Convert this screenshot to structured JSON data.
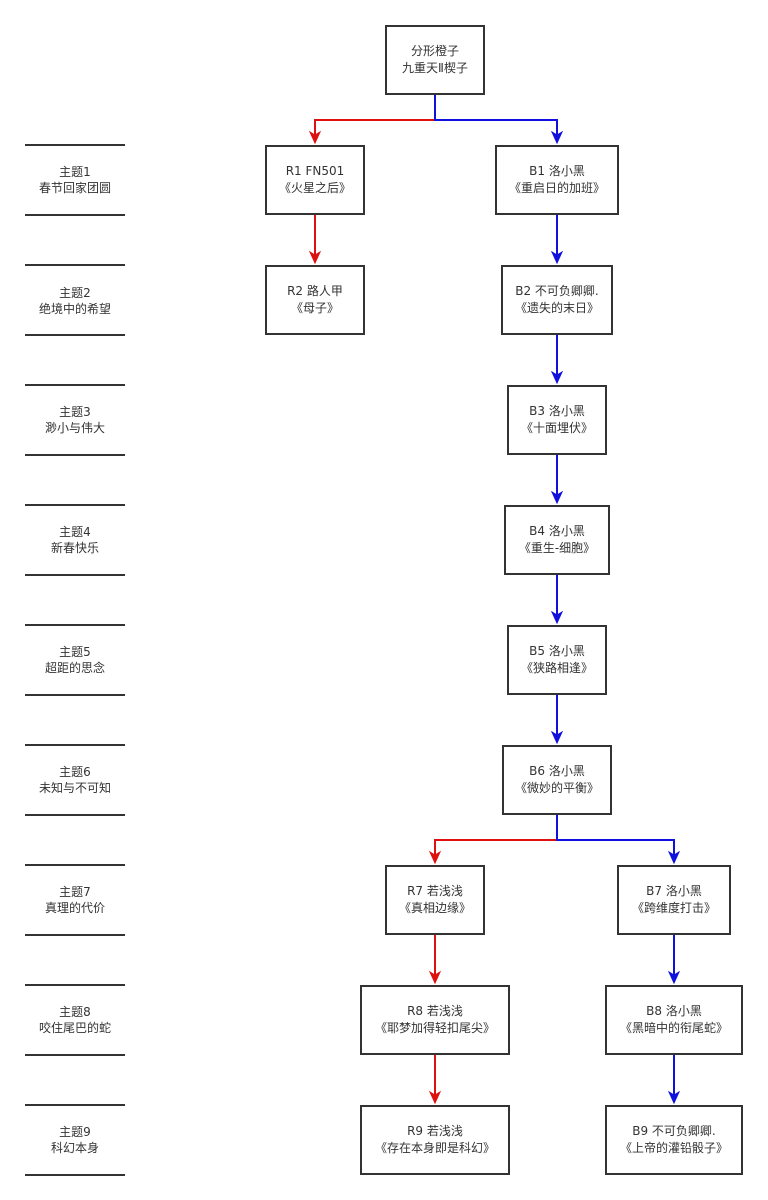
{
  "colors": {
    "red": "#dd1111",
    "blue": "#1111dd",
    "border": "#333333",
    "text": "#333333"
  },
  "root": {
    "line1": "分形橙子",
    "line2": "九重天Ⅱ楔子"
  },
  "themes": [
    {
      "name": "主题1",
      "title": "春节回家团圆"
    },
    {
      "name": "主题2",
      "title": "绝境中的希望"
    },
    {
      "name": "主题3",
      "title": "渺小与伟大"
    },
    {
      "name": "主题4",
      "title": "新春快乐"
    },
    {
      "name": "主题5",
      "title": "超距的思念"
    },
    {
      "name": "主题6",
      "title": "未知与不可知"
    },
    {
      "name": "主题7",
      "title": "真理的代价"
    },
    {
      "name": "主题8",
      "title": "咬住尾巴的蛇"
    },
    {
      "name": "主题9",
      "title": "科幻本身"
    }
  ],
  "nodes": {
    "r1": {
      "line1": "R1 FN501",
      "line2": "《火星之后》"
    },
    "r2": {
      "line1": "R2 路人甲",
      "line2": "《母子》"
    },
    "b1": {
      "line1": "B1 洛小黑",
      "line2": "《重启日的加班》"
    },
    "b2": {
      "line1": "B2 不可负卿卿.",
      "line2": "《遗失的末日》"
    },
    "b3": {
      "line1": "B3 洛小黑",
      "line2": "《十面埋伏》"
    },
    "b4": {
      "line1": "B4 洛小黑",
      "line2": "《重生-细胞》"
    },
    "b5": {
      "line1": "B5 洛小黑",
      "line2": "《狭路相逢》"
    },
    "b6": {
      "line1": "B6 洛小黑",
      "line2": "《微妙的平衡》"
    },
    "r7": {
      "line1": "R7 若浅浅",
      "line2": "《真相边缘》"
    },
    "r8": {
      "line1": "R8 若浅浅",
      "line2": "《耶梦加得轻扣尾尖》"
    },
    "r9": {
      "line1": "R9 若浅浅",
      "line2": "《存在本身即是科幻》"
    },
    "b7": {
      "line1": "B7 洛小黑",
      "line2": "《跨维度打击》"
    },
    "b8": {
      "line1": "B8 洛小黑",
      "line2": "《黑暗中的衔尾蛇》"
    },
    "b9": {
      "line1": "B9 不可负卿卿.",
      "line2": "《上帝的灌铅骰子》"
    }
  },
  "edges": [
    {
      "from": "root",
      "to": "r1",
      "color": "red"
    },
    {
      "from": "root",
      "to": "b1",
      "color": "blue"
    },
    {
      "from": "r1",
      "to": "r2",
      "color": "red"
    },
    {
      "from": "b1",
      "to": "b2",
      "color": "blue"
    },
    {
      "from": "b2",
      "to": "b3",
      "color": "blue"
    },
    {
      "from": "b3",
      "to": "b4",
      "color": "blue"
    },
    {
      "from": "b4",
      "to": "b5",
      "color": "blue"
    },
    {
      "from": "b5",
      "to": "b6",
      "color": "blue"
    },
    {
      "from": "b6",
      "to": "r7",
      "color": "red"
    },
    {
      "from": "b6",
      "to": "b7",
      "color": "blue"
    },
    {
      "from": "r7",
      "to": "r8",
      "color": "red"
    },
    {
      "from": "r8",
      "to": "r9",
      "color": "red"
    },
    {
      "from": "b7",
      "to": "b8",
      "color": "blue"
    },
    {
      "from": "b8",
      "to": "b9",
      "color": "blue"
    }
  ]
}
